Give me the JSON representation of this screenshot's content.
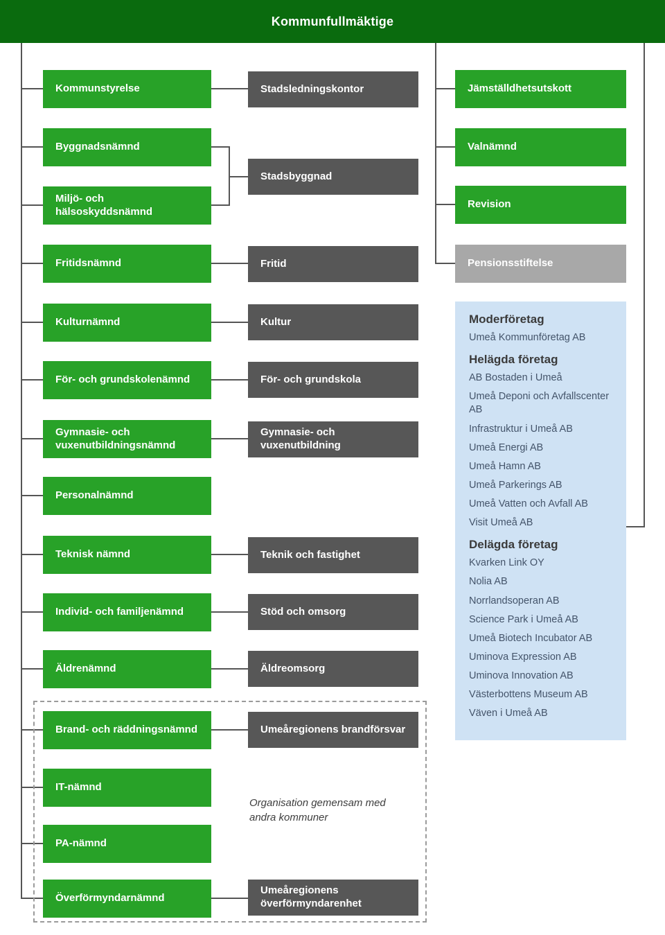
{
  "header": {
    "title": "Kommunfullmäktige"
  },
  "committees": [
    "Kommunstyrelse",
    "Byggnadsnämnd",
    "Miljö- och hälsoskyddsnämnd",
    "Fritidsnämnd",
    "Kulturnämnd",
    "För- och grundskolenämnd",
    "Gymnasie- och vuxenutbildningsnämnd",
    "Personalnämnd",
    "Teknisk nämnd",
    "Individ- och familjenämnd",
    "Äldrenämnd",
    "Brand- och räddningsnämnd",
    "IT-nämnd",
    "PA-nämnd",
    "Överförmyndarnämnd"
  ],
  "departments": [
    "Stadsledningskontor",
    "Stadsbyggnad",
    "Fritid",
    "Kultur",
    "För- och grundskola",
    "Gymnasie- och vuxenutbildning",
    "Teknik och fastighet",
    "Stöd och omsorg",
    "Äldreomsorg",
    "Umeåregionens brandförsvar",
    "Umeåregionens överförmyndarenhet"
  ],
  "right_bodies": [
    "Jämställdhetsutskott",
    "Valnämnd",
    "Revision"
  ],
  "pension": "Pensionsstiftelse",
  "shared_note": "Organisation gemensam med andra kommuner",
  "companies": {
    "sections": [
      {
        "heading": "Moderföretag",
        "items": [
          "Umeå Kommunföretag AB"
        ]
      },
      {
        "heading": "Helägda företag",
        "items": [
          "AB Bostaden i Umeå",
          "Umeå Deponi och Avfallscenter AB",
          "Infrastruktur i Umeå AB",
          "Umeå Energi AB",
          "Umeå Hamn AB",
          "Umeå Parkerings AB",
          "Umeå Vatten och Avfall AB",
          "Visit Umeå AB"
        ]
      },
      {
        "heading": "Delägda företag",
        "items": [
          "Kvarken Link OY",
          "Nolia AB",
          "Norrlandsoperan AB",
          "Science Park i Umeå AB",
          "Umeå Biotech Incubator AB",
          "Uminova Expression AB",
          "Uminova Innovation AB",
          "Västerbottens Museum AB",
          "Väven i Umeå AB"
        ]
      }
    ]
  },
  "colors": {
    "header_green": "#0a6b0e",
    "box_green": "#28a228",
    "box_gray": "#575757",
    "pension_gray": "#a8a8a8",
    "panel_blue": "#cfe2f4",
    "line": "#555555"
  }
}
